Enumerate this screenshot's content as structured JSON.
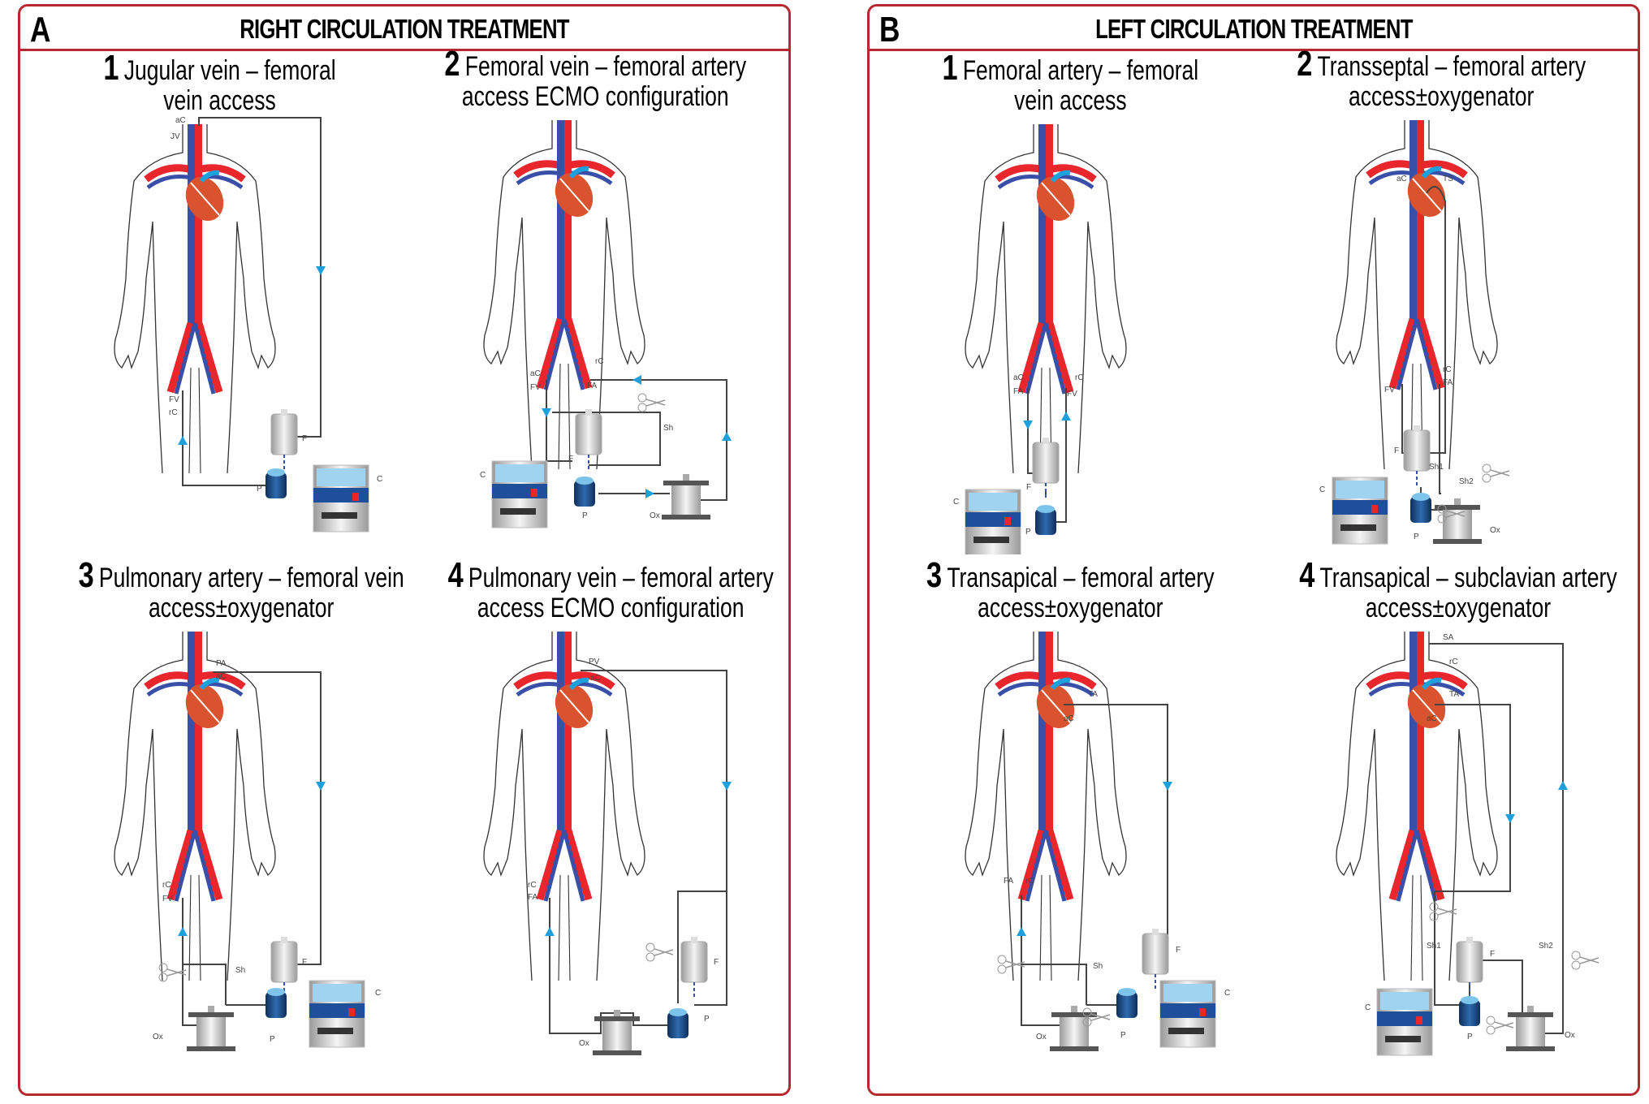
{
  "panels": [
    {
      "letter": "A",
      "title": "RIGHT CIRCULATION TREATMENT",
      "configs": [
        {
          "number": "1",
          "line1": "Jugular vein – femoral",
          "line2": "vein access",
          "labels": {
            "aC": "aC",
            "JV": "JV",
            "FV": "FV",
            "rC": "rC",
            "F": "F",
            "P": "P",
            "C": "C"
          }
        },
        {
          "number": "2",
          "line1": "Femoral vein – femoral artery",
          "line2": "access ECMO configuration",
          "labels": {
            "aC": "aC",
            "FV": "FV",
            "rC": "rC",
            "FA": "FA",
            "Sh": "Sh",
            "F": "F",
            "P": "P",
            "C": "C",
            "Ox": "Ox"
          }
        },
        {
          "number": "3",
          "line1": "Pulmonary artery – femoral vein",
          "line2": "access±oxygenator",
          "labels": {
            "PA": "PA",
            "aC": "aC",
            "rC": "rC",
            "FV": "FV",
            "Sh": "Sh",
            "F": "F",
            "P": "P",
            "C": "C",
            "Ox": "Ox"
          }
        },
        {
          "number": "4",
          "line1": "Pulmonary vein – femoral artery",
          "line2": "access ECMO configuration",
          "labels": {
            "PV": "PV",
            "aC": "aC",
            "rC": "rC",
            "FA": "FA",
            "F": "F",
            "P": "P",
            "Ox": "Ox"
          }
        }
      ]
    },
    {
      "letter": "B",
      "title": "LEFT CIRCULATION TREATMENT",
      "configs": [
        {
          "number": "1",
          "line1": "Femoral artery – femoral",
          "line2": "vein access",
          "labels": {
            "aC": "aC",
            "FA": "FA",
            "rC": "rC",
            "FV": "FV",
            "F": "F",
            "P": "P",
            "C": "C"
          }
        },
        {
          "number": "2",
          "line1": "Transseptal – femoral artery",
          "line2": "access±oxygenator",
          "labels": {
            "aC": "aC",
            "TS": "TS",
            "rC": "rC",
            "FA": "FA",
            "FV": "FV",
            "F": "F",
            "Sh1": "Sh1",
            "Sh2": "Sh2",
            "P": "P",
            "C": "C",
            "Ox": "Ox"
          }
        },
        {
          "number": "3",
          "line1": "Transapical – femoral artery",
          "line2": "access±oxygenator",
          "labels": {
            "TA": "TA",
            "aC": "aC",
            "FA": "FA",
            "rC": "rC",
            "Sh": "Sh",
            "F": "F",
            "P": "P",
            "C": "C",
            "Ox": "Ox"
          }
        },
        {
          "number": "4",
          "line1": "Transapical – subclavian artery",
          "line2": "access±oxygenator",
          "labels": {
            "SA": "SA",
            "rC": "rC",
            "TA": "TA",
            "aC": "aC",
            "Sh1": "Sh1",
            "Sh2": "Sh2",
            "F": "F",
            "P": "P",
            "C": "C",
            "Ox": "Ox"
          }
        }
      ]
    }
  ],
  "colors": {
    "border": "#b8292f",
    "artery": "#e8262c",
    "vein": "#3a4fa8",
    "heart": "#d9532f",
    "flow_arrow": "#1ea0dc",
    "circuit_line": "#444444",
    "pump": "#1f4f8a"
  }
}
